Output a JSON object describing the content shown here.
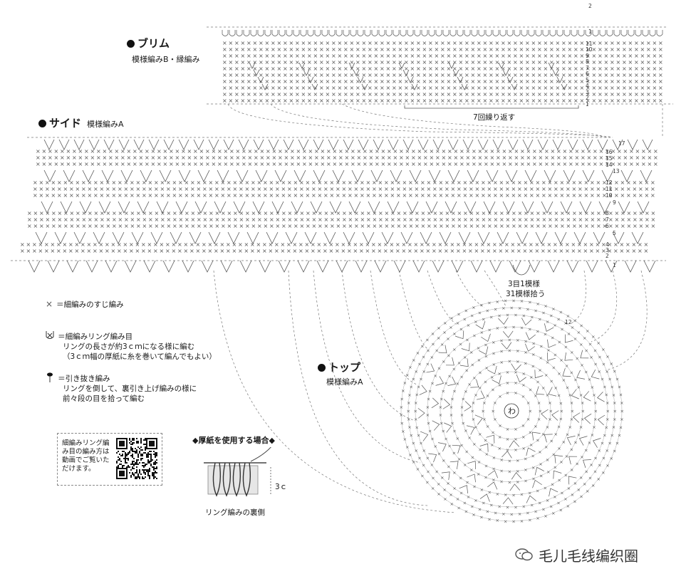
{
  "sections": {
    "brim": {
      "title": "ブリム",
      "subtitle": "模様編みB・縁編み",
      "note": "7回繰り返す"
    },
    "side": {
      "title": "サイド",
      "subtitle": "模様編みA",
      "note_1": "3目1模様",
      "note_2": "31模様拾う"
    },
    "top": {
      "title": "トップ",
      "subtitle": "模様編みA",
      "center": "わ"
    }
  },
  "row_numbers": {
    "brim": [
      "2",
      "1",
      "11",
      "10",
      "9",
      "8",
      "7",
      "6",
      "5",
      "4",
      "3",
      "2",
      "1"
    ],
    "side": [
      "17",
      "16",
      "15",
      "14",
      "13",
      "12",
      "11",
      "10",
      "9",
      "8",
      "7",
      "6",
      "5",
      "4",
      "3",
      "2",
      "1"
    ],
    "top": [
      "12"
    ]
  },
  "legend": {
    "items": [
      {
        "symbol": "×",
        "lines": [
          "＝細編みのすじ編み"
        ]
      },
      {
        "symbol": "ring",
        "lines": [
          "＝細編みリング編み目",
          "リングの長さが約3ｃｍになる様に編む",
          "（3ｃｍ幅の厚紙に糸を巻いて編んでもよい）"
        ]
      },
      {
        "symbol": "slip",
        "lines": [
          "＝引き抜き編み",
          "リングを倒して、裏引き上げ編みの様に",
          "前々段の目を拾って編む"
        ]
      }
    ]
  },
  "qr": {
    "text": "細編みリング編み目の編み方は動画でご覧いただけます。"
  },
  "cardboard": {
    "title": "◆厚紙を使用する場合◆",
    "dimension": "3ｃ",
    "caption": "リング編みの裏側"
  },
  "watermark": {
    "text": "毛儿毛线编织圈"
  }
}
